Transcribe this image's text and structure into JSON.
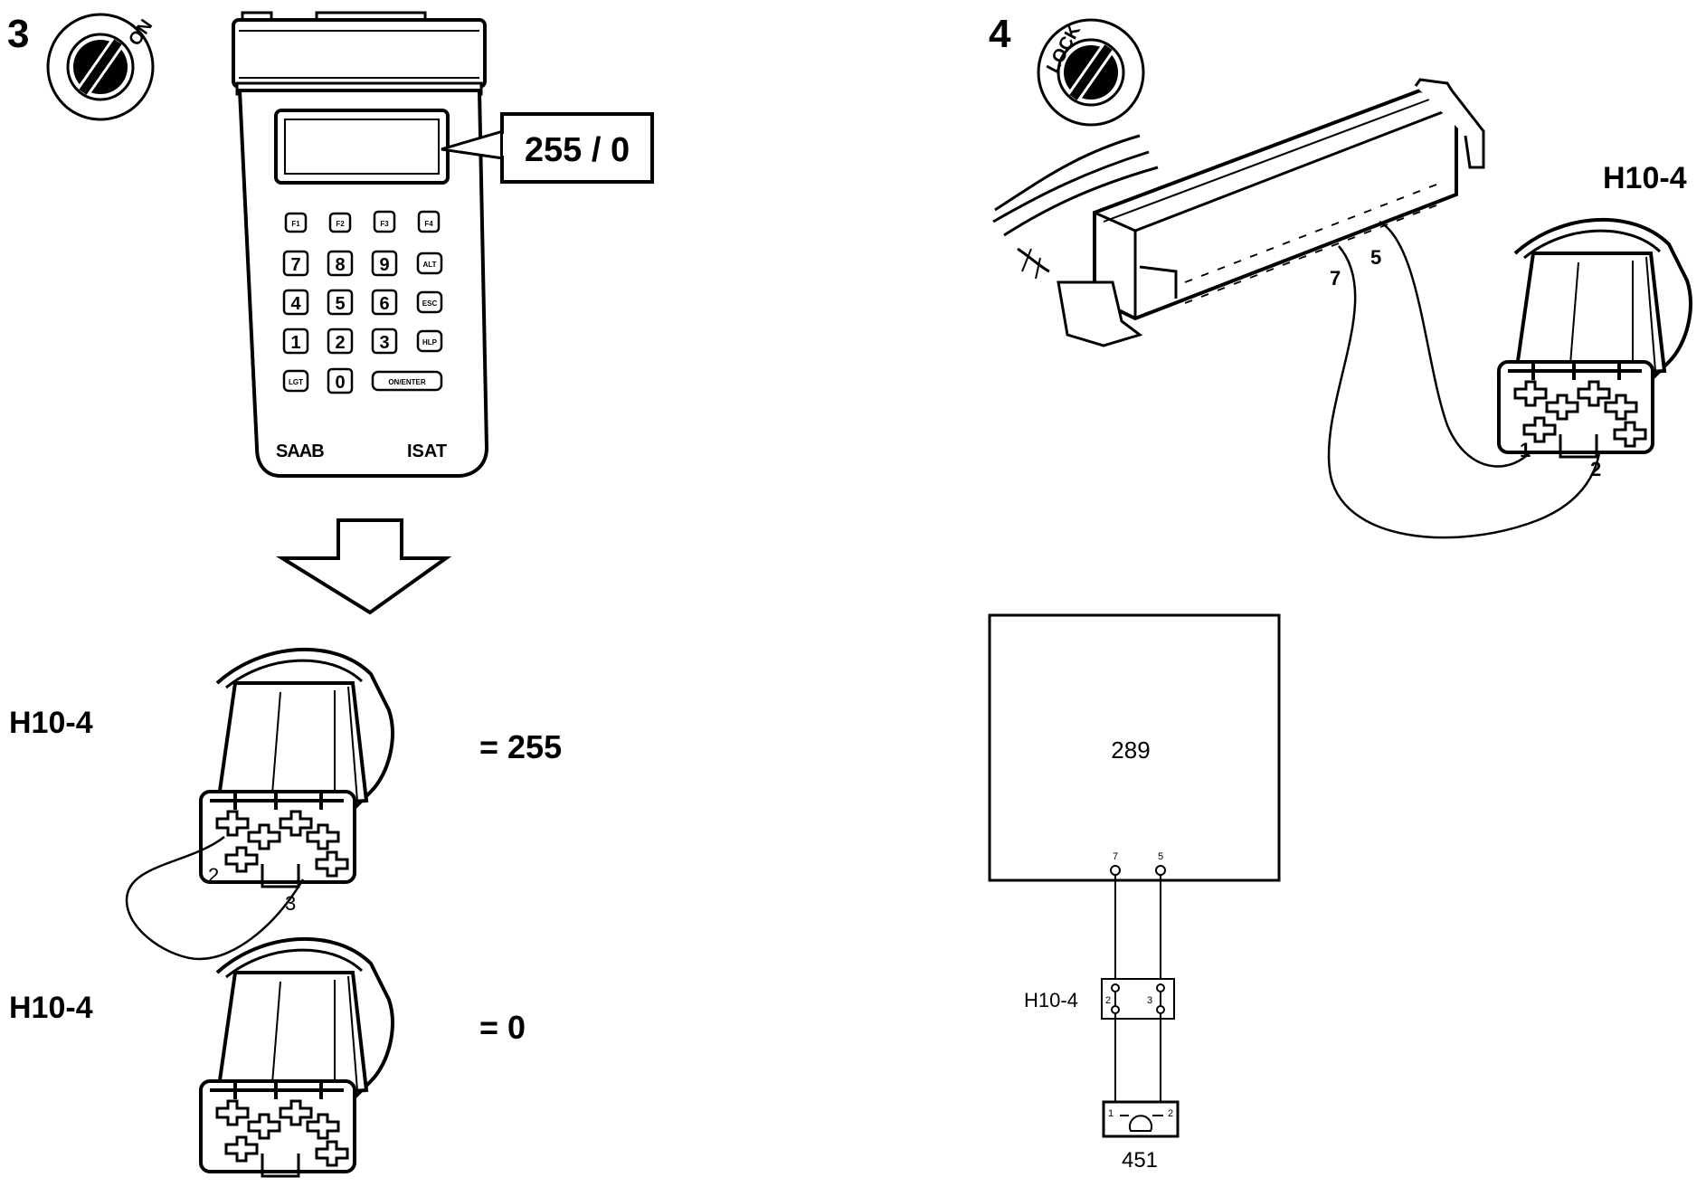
{
  "step3": {
    "number": "3",
    "ignition_label": "ON",
    "display_callout": "255 / 0",
    "tester": {
      "keys": [
        "F1",
        "F2",
        "F3",
        "F4",
        "7",
        "8",
        "9",
        "ALT",
        "4",
        "5",
        "6",
        "ESC",
        "1",
        "2",
        "3",
        "HLP",
        "LGT",
        "0",
        "ON/ENTER"
      ],
      "brand": "SAAB",
      "model": "ISAT"
    },
    "connector_a": {
      "label": "H10-4",
      "pin_left": "2",
      "pin_right": "3",
      "result": "= 255"
    },
    "connector_b": {
      "label": "H10-4",
      "result": "= 0"
    }
  },
  "step4": {
    "number": "4",
    "ignition_label": "LOCK",
    "ecu_pin_a": "7",
    "ecu_pin_b": "5",
    "connector_label": "H10-4",
    "connector_pin_1": "1",
    "connector_pin_2": "2"
  },
  "schematic": {
    "box_label": "289",
    "pin_a": "7",
    "pin_b": "5",
    "connector_label": "H10-4",
    "connector_pin_left": "2",
    "connector_pin_right": "3",
    "component_pin_left": "1",
    "component_pin_right": "2",
    "component_label": "451"
  }
}
